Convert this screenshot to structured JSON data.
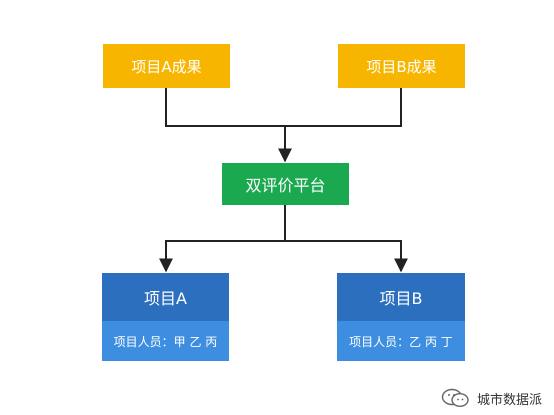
{
  "nodes": {
    "result_a": "项目A成果",
    "result_b": "项目B成果",
    "platform": "双评价平台",
    "project_a": {
      "title": "项目A",
      "members": "项目人员：甲 乙 丙"
    },
    "project_b": {
      "title": "项目B",
      "members": "项目人员：乙 丙 丁"
    }
  },
  "watermark": {
    "text": "城市数据派",
    "icon": "wechat-icon"
  },
  "colors": {
    "result": "#f8b500",
    "platform": "#1aa94e",
    "project_head": "#2c6fbe",
    "project_body": "#3d8ee0",
    "connector": "#222222"
  }
}
